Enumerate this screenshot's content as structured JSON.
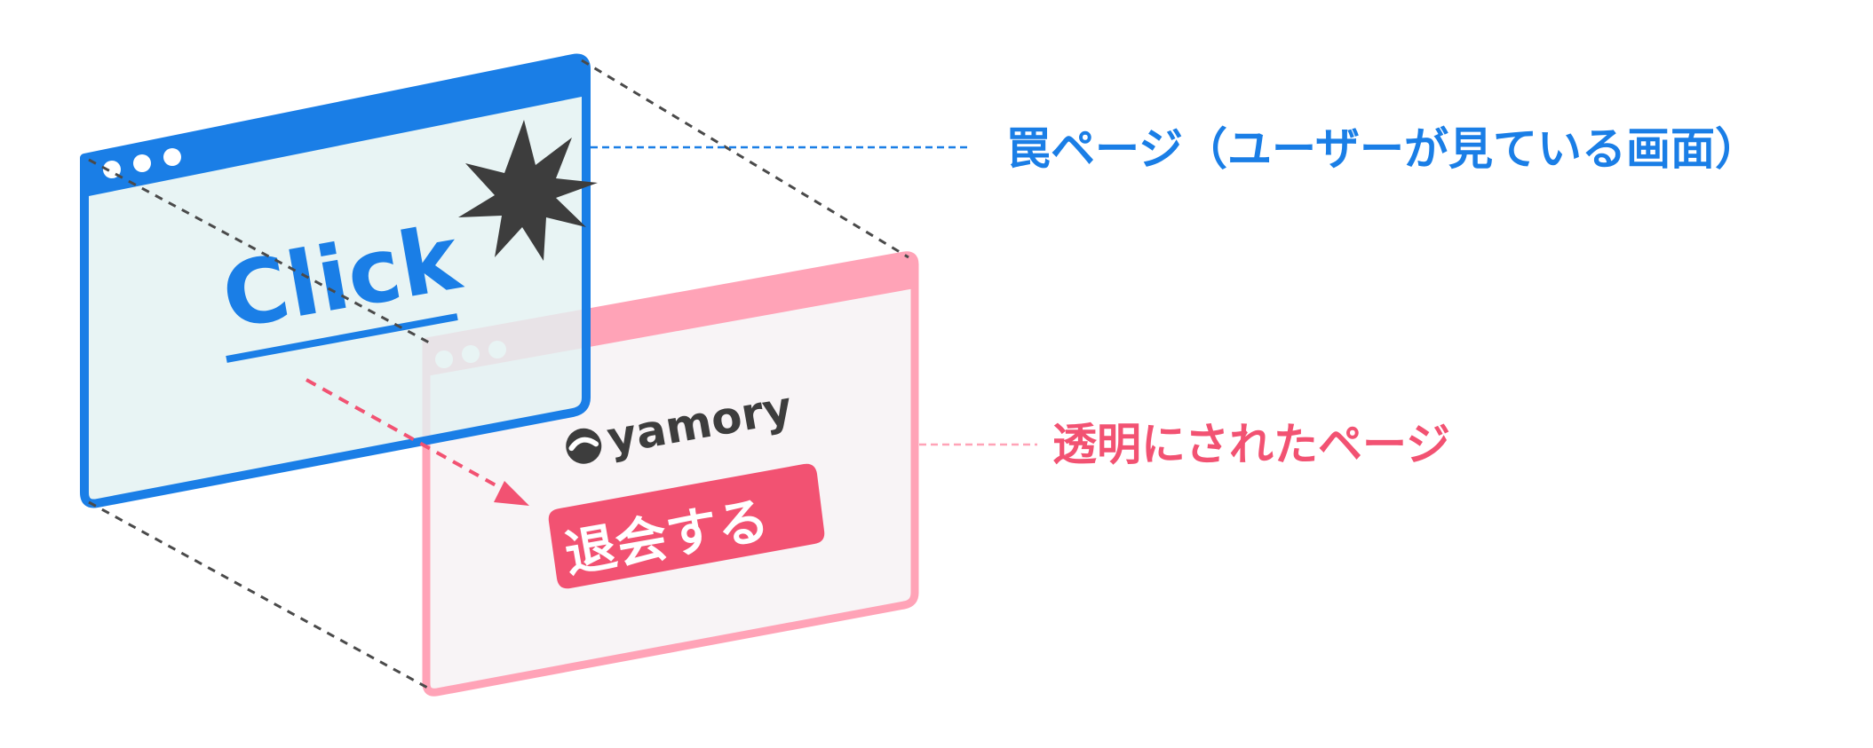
{
  "colors": {
    "blue": "#1a7ee6",
    "blue_fill": "#e3f1f1",
    "pink": "#ffa3b7",
    "pink_fill": "#f8f4f6",
    "red": "#f25272",
    "dark": "#3d3d3d",
    "dash": "#4a4a4a"
  },
  "front_window": {
    "link_text": "Click",
    "star_icon": "burst-star-icon"
  },
  "back_window": {
    "logo_text": "yamory",
    "logo_icon": "yamory-logo-icon",
    "button_label": "退会する"
  },
  "labels": {
    "trap_page": "罠ページ（ユーザーが見ている画面）",
    "transparent_page": "透明にされたページ"
  }
}
